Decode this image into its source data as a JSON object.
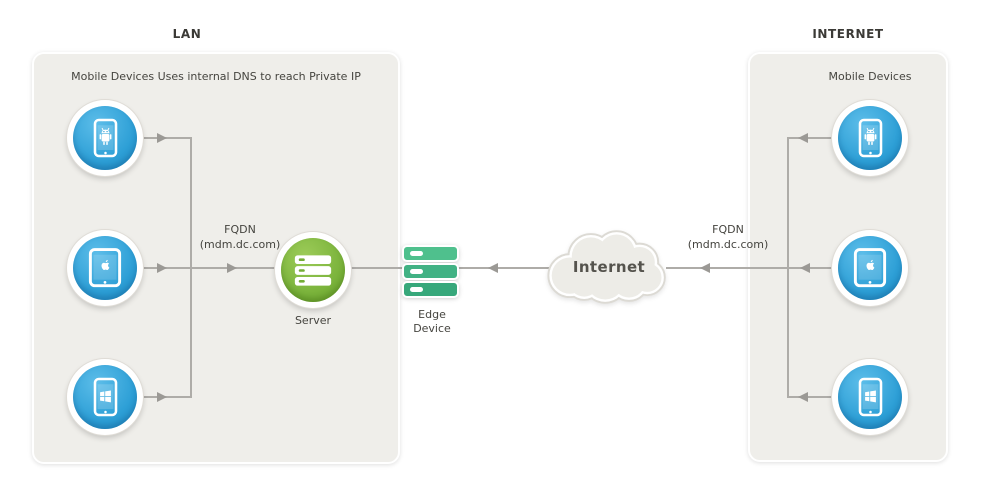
{
  "lan": {
    "header": "LAN",
    "caption": "Mobile Devices Uses internal DNS to reach Private IP",
    "devices": [
      {
        "platform": "android",
        "icon": "android-phone-icon"
      },
      {
        "platform": "apple",
        "icon": "apple-tablet-icon"
      },
      {
        "platform": "windows",
        "icon": "windows-phone-icon"
      }
    ]
  },
  "internet_zone": {
    "header": "INTERNET",
    "caption": "Mobile Devices",
    "devices": [
      {
        "platform": "android",
        "icon": "android-phone-icon"
      },
      {
        "platform": "apple",
        "icon": "apple-tablet-icon"
      },
      {
        "platform": "windows",
        "icon": "windows-phone-icon"
      }
    ]
  },
  "middle": {
    "server_label": "Server",
    "edge_label_line1": "Edge",
    "edge_label_line2": "Device",
    "cloud_label": "Internet"
  },
  "annotations": {
    "fqdn_lan": {
      "title": "FQDN",
      "value": "(mdm.dc.com)"
    },
    "fqdn_internet": {
      "title": "FQDN",
      "value": "(mdm.dc.com)"
    }
  },
  "connections": [
    "lan-devices -> server (via FQDN mdm.dc.com, internal DNS to private IP)",
    "server - edge-device",
    "internet -> edge-device",
    "internet-devices -> internet cloud (via FQDN mdm.dc.com)"
  ],
  "colors": {
    "device_blue": "#2d9fd6",
    "server_green": "#79b23a",
    "edge_green_light": "#4fc08d",
    "edge_green_mid": "#41b284",
    "edge_green_dark": "#37a87b",
    "panel_background": "#efeeea",
    "cloud_background": "#edece7",
    "line_gray": "#aeaca8",
    "text_gray": "#45443f"
  }
}
